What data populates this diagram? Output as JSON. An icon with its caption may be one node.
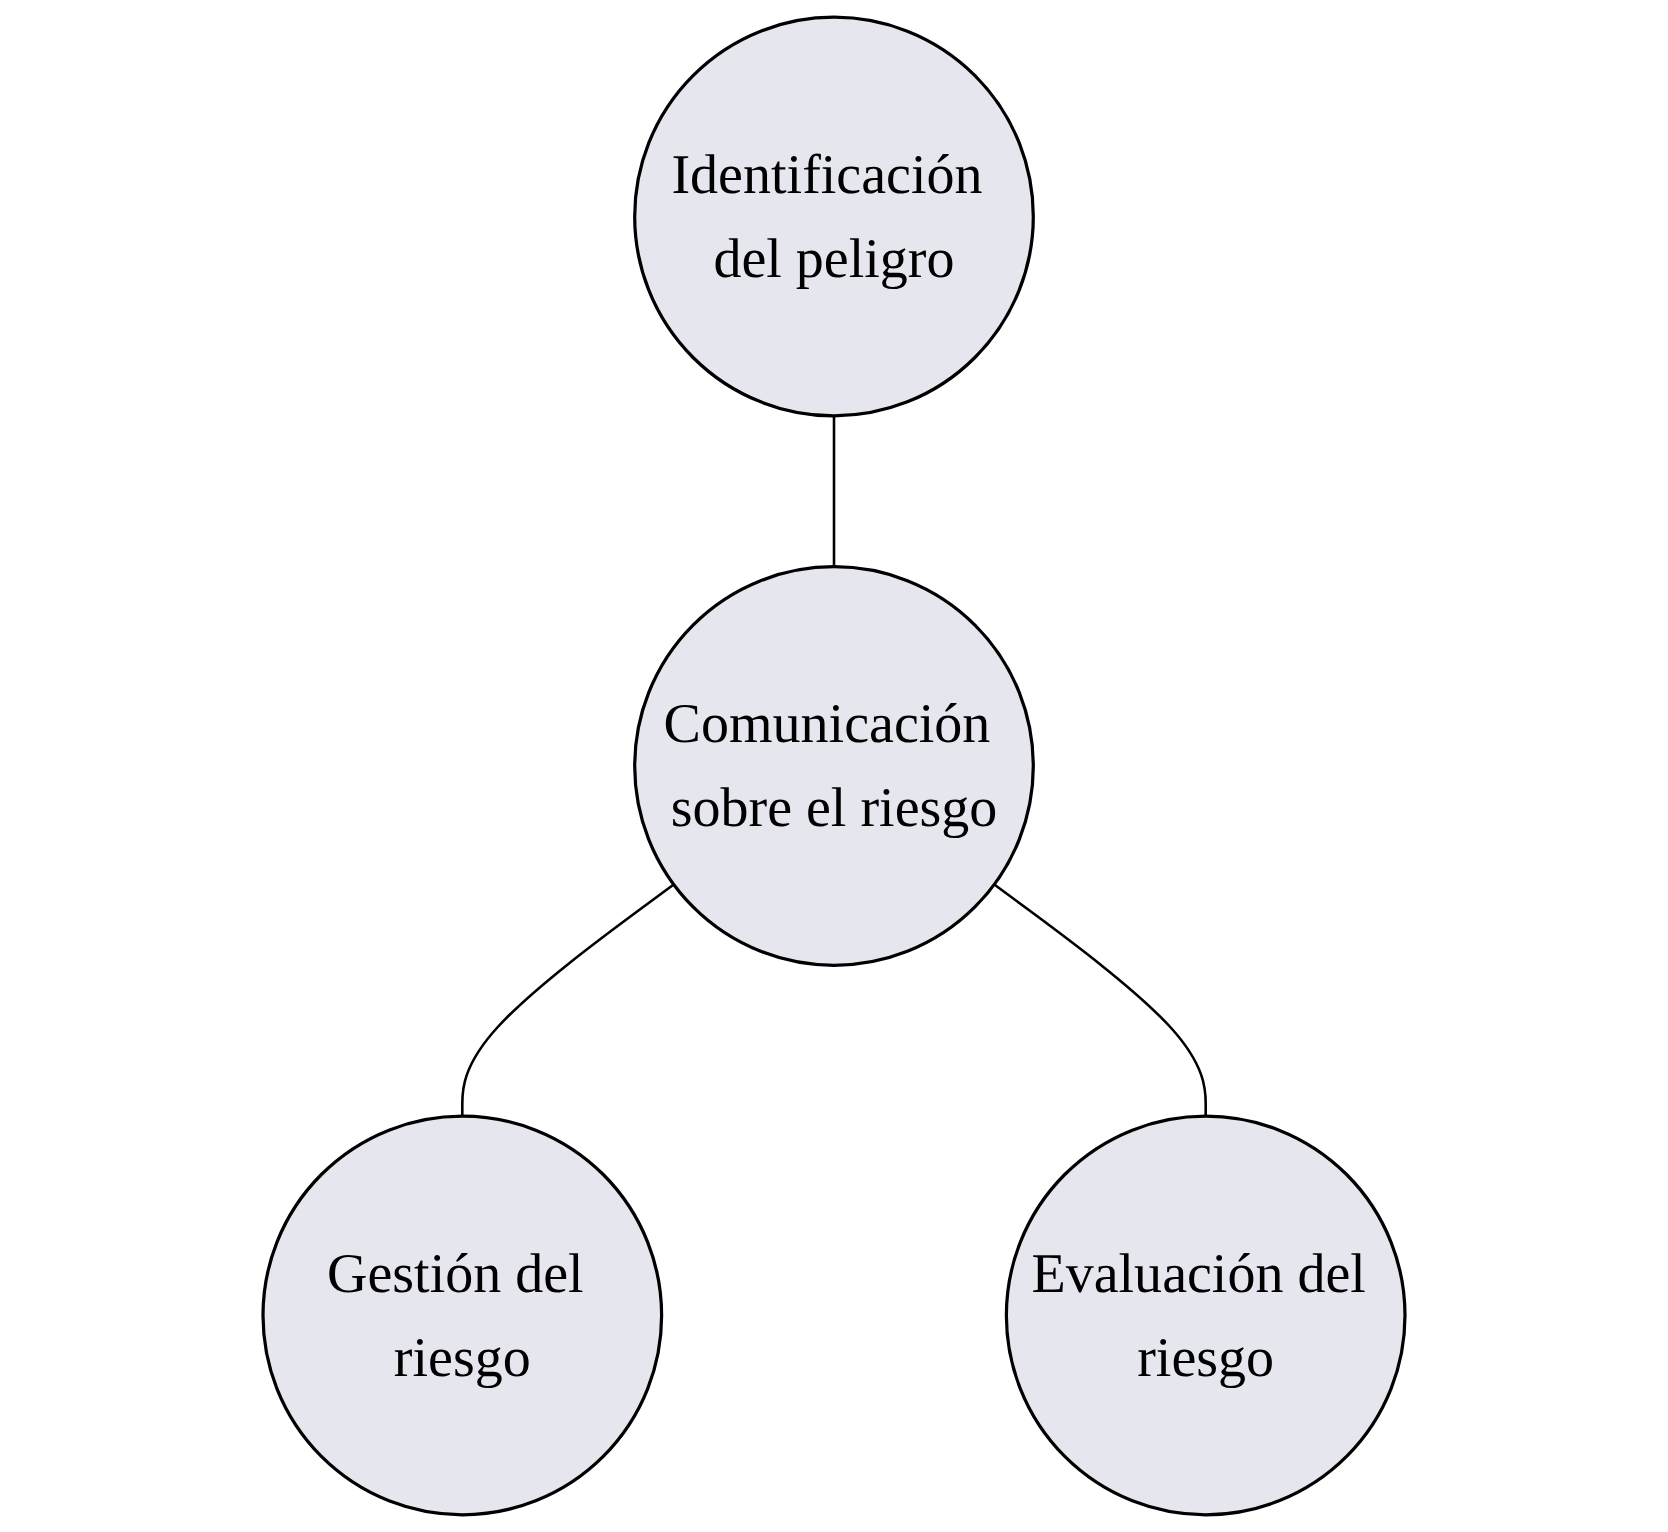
{
  "diagram": {
    "nodes": [
      {
        "text": [
          "Identificación del peligro"
        ]
      },
      {
        "text": [
          "Comunicación sobre el riesgo"
        ]
      },
      {
        "text": [
          "Gestión del riesgo"
        ]
      },
      {
        "text": [
          "Evaluación del riesgo"
        ]
      }
    ],
    "edges": [
      {
        "from": 0,
        "to": 1,
        "arrow": "none"
      },
      {
        "from": 1,
        "to": 2,
        "arrow": "none"
      },
      {
        "from": 1,
        "to": 3,
        "arrow": "none"
      }
    ]
  }
}
